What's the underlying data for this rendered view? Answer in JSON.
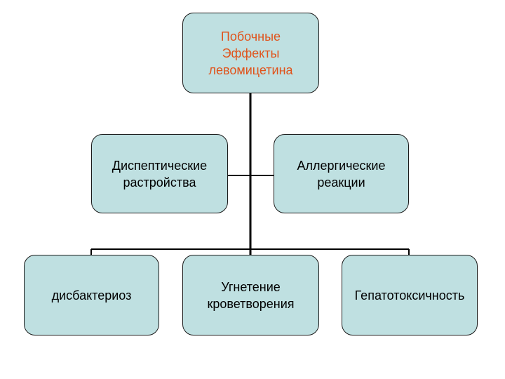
{
  "diagram": {
    "root": {
      "label": "Побочные\nЭффекты\nлевомицетина"
    },
    "level1": [
      {
        "label": "Диспептические\nрастройства"
      },
      {
        "label": "Аллергические\nреакции"
      }
    ],
    "level2": [
      {
        "label": "дисбактериоз"
      },
      {
        "label": "Угнетение\nкроветворения"
      },
      {
        "label": "Гепатотоксичность"
      }
    ],
    "colors": {
      "node_fill": "#bfe0e1",
      "node_border": "#1a1a1a",
      "connector": "#000000",
      "root_text": "#e0531b",
      "text": "#000000"
    }
  }
}
